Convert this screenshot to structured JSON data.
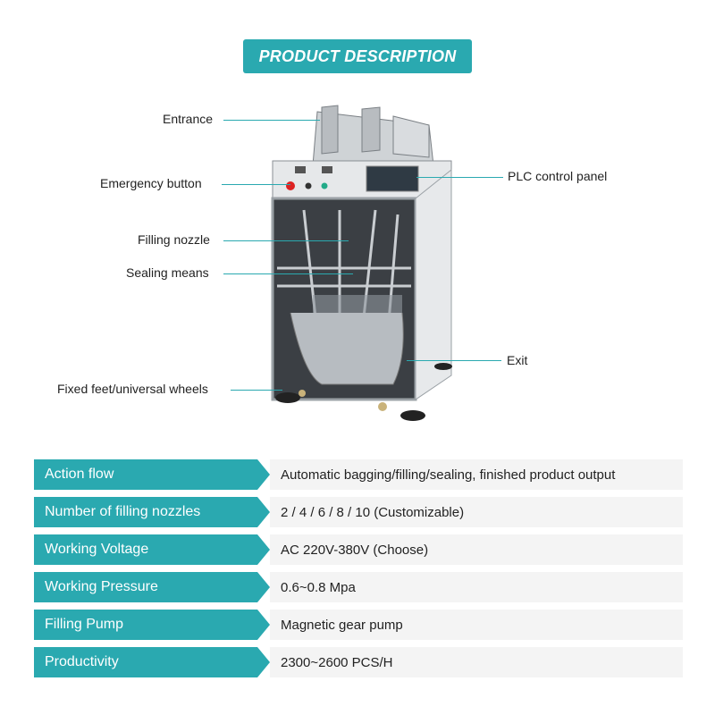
{
  "header": {
    "title": "PRODUCT DESCRIPTION"
  },
  "callouts": {
    "entrance": "Entrance",
    "emergency_button": "Emergency button",
    "filling_nozzle": "Filling nozzle",
    "sealing_means": "Sealing means",
    "fixed_feet": "Fixed feet/universal wheels",
    "plc_panel": "PLC control panel",
    "exit": "Exit"
  },
  "specs": [
    {
      "key": "Action flow",
      "value": "Automatic bagging/filling/sealing, finished product output"
    },
    {
      "key": "Number of filling nozzles",
      "value": "2 / 4 / 6 / 8 / 10  (Customizable)"
    },
    {
      "key": "Working Voltage",
      "value": "AC 220V-380V (Choose)"
    },
    {
      "key": "Working Pressure",
      "value": "0.6~0.8 Mpa"
    },
    {
      "key": "Filling Pump",
      "value": "Magnetic gear pump"
    },
    {
      "key": "Productivity",
      "value": "2300~2600 PCS/H"
    }
  ],
  "colors": {
    "accent": "#2aa9b0",
    "value_bg": "#f4f4f4"
  }
}
